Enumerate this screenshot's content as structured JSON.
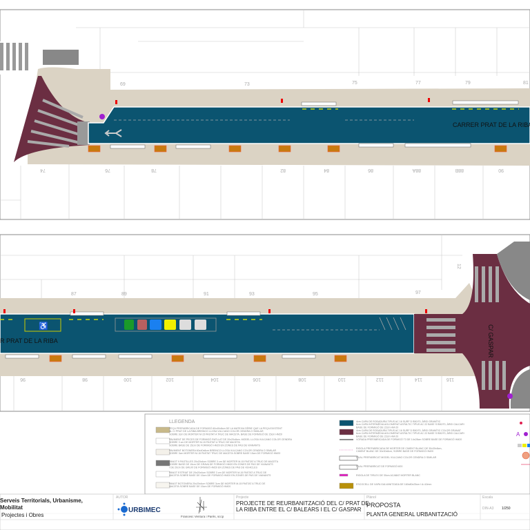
{
  "streets": {
    "main": "CARRER PRAT DE LA RIBA",
    "main_partial": "R PRAT DE LA RIBA",
    "cross": "C/ GASPAR"
  },
  "numbers_top_1": [
    "69",
    "73",
    "75",
    "77",
    "79",
    "81"
  ],
  "numbers_bottom_1": [
    "74",
    "76",
    "78",
    "82",
    "84",
    "86",
    "88A",
    "88B",
    "90"
  ],
  "numbers_top_2": [
    "87",
    "89",
    "91",
    "93",
    "95",
    "97",
    "12"
  ],
  "numbers_bottom_2": [
    "96",
    "98",
    "100",
    "102",
    "104",
    "106",
    "108",
    "110",
    "112",
    "114",
    "116"
  ],
  "legend": {
    "title": "LLEGENDA",
    "left": [
      {
        "swatch": "#c8b98a",
        "lines": [
          "PEÇA PREFABRICADA DE FORMIGÓ 60x40x8cm DE LA MATEIXA SÈRIE QUE LA PEÇA EXISTENT",
          "AL C/ PRAT DE LA RIBA BREINCO LLOSA VULCANO COLOR CENDRA O SIMILAR",
          "SOBRE 3cm DE MORTER M-15 PASTAT A TRUC DE MACETA. BASE DE FORMIGÓ DE 15cm HM20"
        ]
      },
      {
        "swatch": "#ffffff",
        "lines": [
          "PAVIMENT DE PECES DE FORMIGÓ RATLLAT DE 20x20x8cm. MODEL LLOSA VULCANO COLOR CENDRA",
          "SOBRE 3 cm DE MORTER M-15 PASTAT A TRUC DE MACETA",
          "SOBRE BASE DE 15cm DE FORMIGÓ HM20 EN ZONES DE PAS DE VIANANTS"
        ]
      },
      {
        "swatch": "#f4f1ea",
        "lines": [
          "PAVIMENT BOTONERA 60x40x8cm BREINCO LLOSA VULCANO COLOR CENDRA O SIMILAR",
          "SOBRE 3cm MORTER M-15 PASTAT TRUC DE MACETA SOBRE BASE 15cm DE FORMIGÓ HM20"
        ]
      },
      {
        "swatch": "#777777",
        "lines": [
          "PANOT 9 PASTILLES 20x20x4cm SOBRE 3 cm DE MORTER M-15 PASTAT A TRUC DE MACETA",
          "SOBRE BASE DE 15cm DE GRAVA DE FORMIGÓ HM20 EN ZONES DE PAS DE VIANANTS",
          "I DE 20cm DE GRUIX DE FORMIGÓ HM20 EN ZONES DE PAS DE VEHICLES"
        ]
      },
      {
        "swatch": "#ffffff",
        "lines": [
          "PANOT ESTRIAT DE 20x20x4cm SOBRE 3 cm DE MORTER M-15 PASTAT A TRUC DE",
          "MACETA SOBRE BASE DE 15cm DE FORMIGÓ HM20 EN ZONES DE PAS DE VIANANTS"
        ]
      },
      {
        "swatch": "#f7f5ef",
        "lines": [
          "PANOT BOTONERA 20x20x4cm SOBRE 3cm DE MORTER M-15 PASTAT A TRUC DE",
          "MACETA SOBRE BASE DE 15cm DE FORMIGÓ HM20"
        ]
      }
    ],
    "right": [
      {
        "swatch": "#0b5470",
        "lines": [
          "4cm CAPA DE RODADURA TIPUS AC 16 SURF D B50/70, ÀRID GRANÍTIC",
          "6cm CAPA INTERMÈDIA AGLOMERAT ASFÀLTIC TIPUS AC 22 BASE S B50/70, ÀRID CALCARI",
          "BASE DE FORMIGÓ DE 22cm HM-20"
        ]
      },
      {
        "swatch": "#6b2e42",
        "lines": [
          "4cm CAPA DE RODADURA TIPUS AC 16 SURF D B50/70, ÀRID GRANÍTIC COLOR GRANAT",
          "6cm CAPA INTERMÈDIA AGLOMERAT ASFÀLTIC TIPUS AC 22 BASE S B50/70, ÀRID CALCARI",
          "BASE DE FORMIGÓ DE 22cm HM-20"
        ]
      },
      {
        "swatch": "line",
        "lines": [
          "VORADA PREFABRICADA DE FORMIGÓ T3 DE 14x28cm SOBRE BASE DE FORMIGÓ HM20"
        ]
      },
      {
        "swatch": "dots",
        "lines": [
          "RIGOLA PREFABRICADA DE MORTER DE CIMENT BLANC DE 30x30x8cm,",
          "CIMENT BLANC DE 30x30x8cm, SOBRE BASE DE FORMIGÓ HM20"
        ]
      },
      {
        "swatch": "gutter",
        "lines": [
          "GUAL PREFABRICAT MODEL VULCANO COLOR CENDRA O SIMILAR"
        ]
      },
      {
        "swatch": "gutter",
        "lines": [
          "GUAL PREFABRICAT DE FORMIGÓ M20"
        ]
      },
      {
        "swatch": "#e020c0",
        "lines": [
          "RIGOLA DE TIRLEX DE 30cm ACABAT MORTER BLANC"
        ]
      },
      {
        "swatch": "#b8900a",
        "lines": [
          "ESCOCELL DE XAPA GALVANITZADA DE 160x80x25cm I A=10mm"
        ]
      }
    ]
  },
  "title_block": {
    "org_line1": "Serveis Territorials, Urbanisme,",
    "org_line2": "Mobilitat",
    "org_line3": "Projectes i Obres",
    "author_label": "AUTOR",
    "author_logo": "URBIMEC",
    "architect": "Francesc Ventura i Parés, sccp",
    "project_label": "Projecte",
    "project_line1": "PROJECTE DE REURBANITZACIÓ DEL C/ PRAT DE",
    "project_line2": "LA RIBA ENTRE EL C/ BALEARS  I EL C/ GASPAR",
    "plan_label": "Plànol",
    "plan_title": "PROPOSTA",
    "plan_subtitle": "PLANTA GENERAL URBANITZACIÓ",
    "scale_label": "Escala",
    "scale_format": "DIN-A3",
    "scale_value": "1/250"
  },
  "colors": {
    "road": "#0b5470",
    "maroon": "#6b2e42",
    "sidewalk": "#dbd3c4",
    "tree": "#c87a10"
  }
}
